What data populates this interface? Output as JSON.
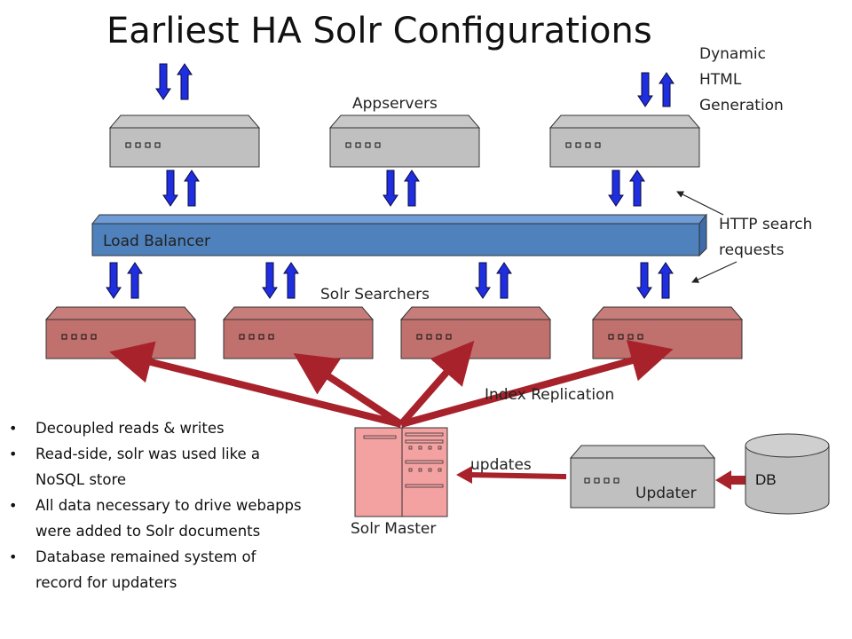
{
  "title": "Earliest HA Solr Configurations",
  "labels": {
    "appservers": "Appservers",
    "dynamic_html": [
      "Dynamic",
      "HTML",
      "Generation"
    ],
    "load_balancer": "Load Balancer",
    "http_requests": [
      "HTTP search",
      "requests"
    ],
    "solr_searchers": "Solr Searchers",
    "index_replication": "Index Replication",
    "updates": "updates",
    "updater": "Updater",
    "db": "DB",
    "solr_master": "Solr Master"
  },
  "bullets": [
    "Decoupled reads & writes",
    "Read-side, solr was used like a NoSQL store",
    "All data necessary to drive webapps were added to Solr documents",
    "Database remained system of record for updaters"
  ],
  "colors": {
    "appserver": "#c0c0c0",
    "searcher": "#c0706d",
    "load_balancer": "#4f81bd",
    "arrow_blue": "#1f2fe0",
    "replication_arrow": "#a7222b",
    "master": "#f4a1a1",
    "db": "#c0c0c0"
  }
}
